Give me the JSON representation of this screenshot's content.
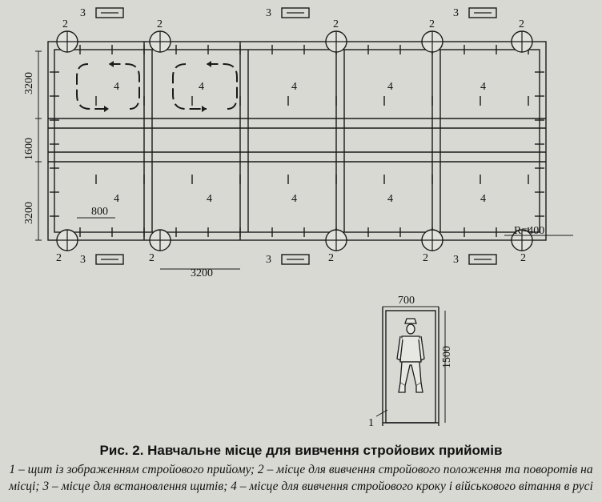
{
  "figure": {
    "labels": {
      "shield": "1",
      "place_halt": "2",
      "place_stand": "3",
      "place_march": "4"
    },
    "dimensions": {
      "h_top": "3200",
      "h_mid": "1600",
      "h_bottom": "3200",
      "d_800": "800",
      "d_3200": "3200",
      "radius": "R=400",
      "shield_width": "700",
      "shield_height": "1500"
    },
    "caption": {
      "title": "Рис. 2. Навчальне місце для вивчення стройових прийомів",
      "legend": "1 – щит із зображенням стройового прийому; 2 – місце для вивчення стройового положення та поворотів на місці; 3 – місце для встановлення щитів; 4 – місце для вивчення стройового кроку і військового вітання в русі"
    }
  }
}
